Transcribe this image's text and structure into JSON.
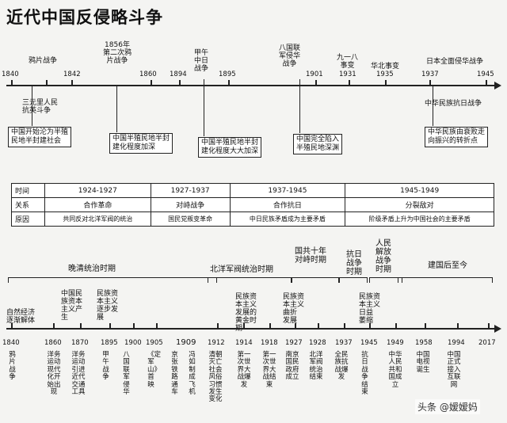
{
  "title": "近代中国反侵略斗争",
  "top_timeline": {
    "years": [
      "1840",
      "1842",
      "1860",
      "1894",
      "1895",
      "1901",
      "1931",
      "1935",
      "1937",
      "1945"
    ],
    "events_above": [
      "鸦片战争",
      "1856年\n第二次鸦\n片战争",
      "甲午\n中日\n战争",
      "八国联\n军侵华\n战争",
      "九一八\n事变",
      "华北事变",
      "日本全面侵华战争"
    ],
    "events_below": [
      "三元里人民\n抗英斗争",
      "中华民族抗日战争"
    ],
    "boxes": [
      "中国开始沦为半殖\n民地半封建社会",
      "中国半殖民地半封\n建化程度加深",
      "中国半殖民地半封\n建化程度大大加深",
      "中国完全陷入\n半殖民地深渊",
      "中华民族由衰败走\n向振兴的转折点"
    ]
  },
  "table": {
    "rows": [
      [
        "时间",
        "1924-1927",
        "1927-1937",
        "1937-1945",
        "1945-1949"
      ],
      [
        "关系",
        "合作革命",
        "对峙战争",
        "合作抗日",
        "分裂敌对"
      ],
      [
        "原因",
        "共同反对北洋军阀的统治",
        "国民党叛变革命",
        "中日民族矛盾成为主要矛盾",
        "阶级矛盾上升为中国社会的主要矛盾"
      ]
    ]
  },
  "bottom_timeline": {
    "periods": [
      "晚清统治时期",
      "北洋军阀统治时期",
      "国共十年\n对峙时期",
      "抗日\n战争\n时期",
      "人民\n解放\n战争\n时期",
      "建国后至今"
    ],
    "upper_labels": [
      "自然经济\n逐渐解体",
      "中国民\n族资本\n主义产\n生",
      "民族资\n本主义\n逐步发\n展",
      "1909",
      "民族资\n本主义\n发展的\n黄金时\n期",
      "民族资\n本主义\n曲折\n发展",
      "民族资\n本主义\n日益\n萎缩"
    ],
    "years": [
      "1840",
      "1860",
      "1870",
      "1895",
      "1900",
      "1905",
      "1912",
      "1914",
      "1918",
      "1927",
      "1928",
      "1937",
      "1945",
      "1949",
      "1958",
      "1994",
      "2017"
    ],
    "vertical_events": [
      "鸦片战争",
      "洋务运动现代化开始出现",
      "洋务运动引进近代交通工具",
      "甲午战争",
      "八国联军侵华",
      "《定军山》首映",
      "京张铁路通车",
      "冯如制成飞机",
      "清朝灭亡社会风俗习惯发生变化",
      "第一次世界大战爆发",
      "第一次世界大战结束",
      "南京国民政府成立",
      "北洋军阀统治结束",
      "全民族抗战爆发",
      "抗日战争结束",
      "中华人民共和国成立",
      "中国电视诞生",
      "中国正式接入互联网"
    ]
  },
  "watermark": "头条 @嫒嫒妈"
}
